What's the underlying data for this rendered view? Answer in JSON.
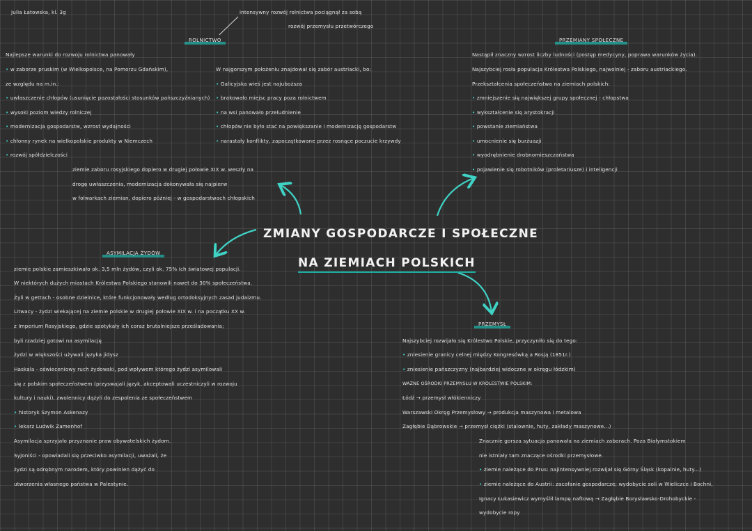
{
  "author": "Julia Łatowska, kl. 3g",
  "top_note": [
    "intensywny rozwój rolnictwa pociągnął za sobą",
    "rozwój przemysłu przetwórczego"
  ],
  "title": [
    "ZMIANY GOSPODARCZE I SPOŁECZNE",
    "NA ZIEMIACH POLSKICH"
  ],
  "rolnictwo": {
    "heading": "ROLNICTWO",
    "left": [
      "Najlepsze warunki do rozwoju rolnictwa panowały",
      "w zaborze pruskim (w Wielkopolsce, na Pomorzu Gdańskim),",
      "ze względu na m.in.:",
      "uwłaszczenie chłopów (usunięcie pozostałości stosunków pańszczyźnianych)",
      "wysoki poziom wiedzy rolniczej",
      "modernizacja gospodarstw, wzrost wydajności",
      "chłonny rynek na wielkopolskie produkty w Niemczech",
      "rozwój spółdzielczości"
    ],
    "right": [
      "W najgorszym położeniu znajdował się zabór austriacki, bo:",
      "Galicyjska wieś jest najuboższa",
      "brakowało miejsc pracy poza rolnictwem",
      "na wsi panowało przeludnienie",
      "chłopów nie było stać na powiększanie i modernizację gospodarstw",
      "narastały konflikty, zapoczątkowane przez rosnące poczucie krzywdy"
    ],
    "russian": [
      "ziemie zaboru rosyjskiego dopiero w drugiej połowie XIX w. weszły na",
      "drogę uwłaszczenia, modernizacja dokonywała się najpierw",
      "w folwarkach ziemian, dopiero później - w gospodarstwach chłopskich"
    ]
  },
  "przemiany": {
    "heading": "PRZEMIANY SPOŁECZNE",
    "lines": [
      "Nastąpił znaczny wzrost liczby ludności (postęp medycyny, poprawa warunków życia).",
      "Najszybciej rosła populacja Królestwa Polskiego, najwolniej - zaboru austriackiego.",
      "Przekształcenia społeczeństwa na ziemiach polskich:",
      "zmniejszenie się największej grupy społecznej - chłopstwa",
      "wykształcenie się arystokracji",
      "powstanie ziemiaństwa",
      "umocnienie się burżuazji",
      "wyodrębnienie drobnomieszczaństwa",
      "pojawienie się robotników (proletariusze) i inteligencji"
    ]
  },
  "asymilacja": {
    "heading": "ASYMILACJA ŻYDÓW",
    "lines": [
      "ziemie polskie zamieszkiwało ok. 3,5 mln żydów, czyli ok. 75% ich światowej populacji.",
      "W niektórych dużych miastach Królestwa Polskiego stanowili nawet do 30% społeczeństwa.",
      "Żyli w gettach - osobne dzielnice, które funkcjonowały według ortodoksyjnych zasad judaizmu.",
      "Litwacy - żydzi wiekającej na ziemie polskie w drugiej połowie XIX w. i na początku XX w.",
      "z Imperium Rosyjskiego, gdzie spotykały ich coraz brutalniejsze prześladowania;",
      "byli rzadziej gotowi na asymilację",
      "żydzi w większości używali języka jidysz",
      "Haskala - oświeceniowy ruch żydowski, pod wpływem którego żydzi asymilowali",
      "się z polskim społeczeństwem (przyswajali język, akceptowali uczestniczyli w rozwoju",
      "kultury i nauki), zwolennicy dążyli do zespolenia ze społeczeństwem",
      "historyk Szymon Askenazy",
      "lekarz Ludwik Zamenhof",
      "Asymilacja sprzyjało przyznanie praw obywatelskich żydom.",
      "Syjoniści - opowiadali się przeciwko asymilacji, uważali, że",
      "żydzi są odrębnym narodem, który powinien dążyć do",
      "utworzenia własnego państwa w Palestynie."
    ]
  },
  "przemysl": {
    "heading": "PRZEMYSŁ",
    "lines": [
      "Najszybciej rozwijało się Królestwo Polskie, przyczyniło się do tego:",
      "zniesienie granicy celnej między Kongresówką a Rosją (1851r.)",
      "zniesienie pańszczyzny (najbardziej widoczne w okręgu łódzkim)",
      "WAŻNE OŚRODKI PRZEMYSŁU W KRÓLESTWIE POLSKIM:",
      "Łódź → przemysł włókienniczy",
      "Warszawski Okręg Przemysłowy → produkcja maszynowa i metalowa",
      "Zagłębie Dąbrowskie → przemysł ciężki (stalownie, huty, zakłady maszynowe...)",
      "Znacznie gorsza sytuacja panowała na ziemiach zaborach. Poza Białymstokiem",
      "nie istniały tam znaczące ośrodki przemysłowe.",
      "ziemie należące do Prus: najintensywniej rozwijał się Górny Śląsk (kopalnie, huty...)",
      "ziemie należące do Austrii: zacofanie gospodarcze; wydobycie soli w Wieliczce i Bochni,",
      "Ignacy Łukasiewicz wymyślił lampę naftową → Zagłębie Borysławsko-Drohobyckie -",
      "wydobycie ropy"
    ]
  }
}
